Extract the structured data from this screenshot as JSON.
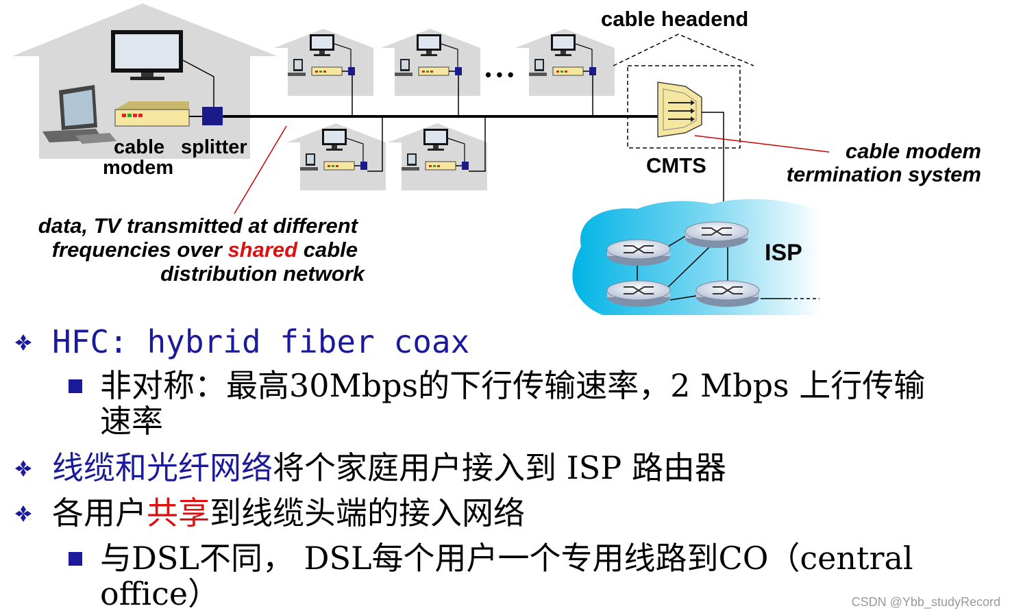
{
  "diagram": {
    "headend_label": "cable headend",
    "splitter_label": "splitter",
    "modem_label_line1": "cable",
    "modem_label_line2": "modem",
    "cmts_label": "CMTS",
    "cmts_desc_line1": "cable modem",
    "cmts_desc_line2": "termination system",
    "shared_line1": "data, TV transmitted at different",
    "shared_line2_pre": "frequencies over ",
    "shared_line2_em": "shared",
    "shared_line2_post": " cable",
    "shared_line3": "distribution network",
    "ellipsis": "• • •",
    "isp_label": "ISP",
    "colors": {
      "headend_bg": "#d9d9d9",
      "modem": "#f5e6a0",
      "splitter": "#1a1a8a",
      "isp_cloud": "#00b4e6",
      "annot_line": "#cc0000",
      "emphasis": "#e01010",
      "bullet_blue": "#1a1a9a"
    }
  },
  "bullets": [
    {
      "text": "HFC: hybrid fiber coax"
    },
    {
      "text": "非对称：最高30Mbps的下行传输速率，2 Mbps 上行传输",
      "text_cont": "速率"
    },
    {
      "pre": "线缆和光纤网络",
      "post": "将个家庭用户接入到 ISP 路由器"
    },
    {
      "pre": "各用户",
      "em": "共享",
      "post": "到线缆头端的接入网络"
    },
    {
      "text": "与DSL不同， DSL每个用户一个专用线路到CO（central",
      "text_cont": "office）"
    }
  ],
  "watermark": "CSDN @Ybb_studyRecord"
}
